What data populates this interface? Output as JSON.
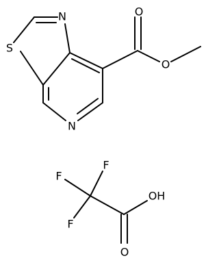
{
  "structure_1": {
    "labels": {
      "sulfur": "S",
      "thiazole_nitrogen": "N",
      "pyridine_nitrogen": "N",
      "carbonyl_oxygen": "O",
      "ester_oxygen": "O"
    }
  },
  "structure_2": {
    "labels": {
      "fluorine_top": "F",
      "fluorine_left": "F",
      "fluorine_bottom": "F",
      "carbonyl_oxygen": "O",
      "hydroxyl": "OH"
    }
  }
}
